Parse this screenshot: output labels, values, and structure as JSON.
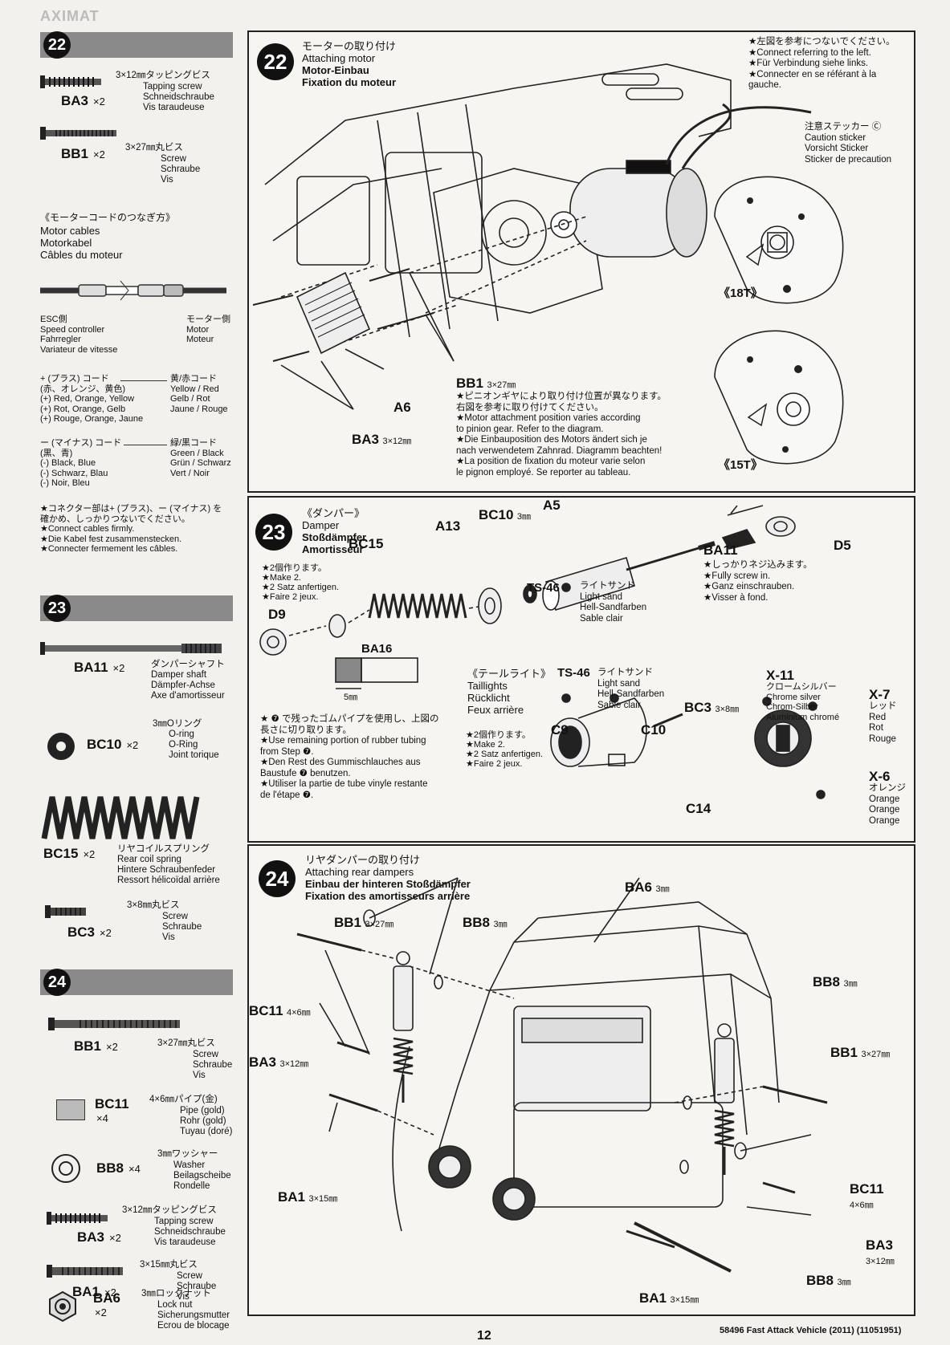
{
  "header_corner": "AXIMAT",
  "footer": {
    "page_number": "12",
    "model": "58496 Fast Attack Vehicle (2011) (11051951)"
  },
  "sidebar": {
    "step22": {
      "number": "22",
      "screw_ba3": {
        "code": "BA3",
        "qty": "×2",
        "size": "3×12㎜タッピングビス",
        "lines": [
          "Tapping screw",
          "Schneidschraube",
          "Vis taraudeuse"
        ]
      },
      "screw_bb1": {
        "code": "BB1",
        "qty": "×2",
        "size": "3×27㎜丸ビス",
        "lines": [
          "Screw",
          "Schraube",
          "Vis"
        ]
      },
      "motor_cables": {
        "title_jp": "《モーターコードのつなぎ方》",
        "lines": [
          "Motor cables",
          "Motorkabel",
          "Câbles du moteur"
        ],
        "esc": [
          "ESC側",
          "Speed controller",
          "Fahrregler",
          "Variateur de vitesse"
        ],
        "motor_side": [
          "モーター側",
          "Motor",
          "Moteur"
        ],
        "plus_jp": "+ (プラス) コード",
        "plus_jp2": "(赤、オレンジ、黄色)",
        "plus_lines": [
          "(+) Red, Orange, Yellow",
          "(+) Rot, Orange, Gelb",
          "(+) Rouge, Orange, Jaune"
        ],
        "plus_right": [
          "黄/赤コード",
          "Yellow / Red",
          "Gelb / Rot",
          "Jaune / Rouge"
        ],
        "minus_jp": "ー (マイナス) コード",
        "minus_jp2": "(黒、青)",
        "minus_lines": [
          "(-) Black, Blue",
          "(-) Schwarz, Blau",
          "(-) Noir, Bleu"
        ],
        "minus_right": [
          "緑/黒コード",
          "Green / Black",
          "Grün / Schwarz",
          "Vert / Noir"
        ],
        "connect_note": [
          "★コネクター部は+ (プラス)、ー (マイナス) を",
          "確かめ、しっかりつないでください。",
          "★Connect cables firmly.",
          "★Die Kabel fest zusammenstecken.",
          "★Connecter fermement les câbles."
        ]
      }
    },
    "step23": {
      "number": "23",
      "ba11": {
        "code": "BA11",
        "qty": "×2",
        "lines": [
          "ダンパーシャフト",
          "Damper shaft",
          "Dämpfer-Achse",
          "Axe d'amortisseur"
        ]
      },
      "bc10": {
        "code": "BC10",
        "qty": "×2",
        "lines": [
          "3㎜Oリング",
          "O-ring",
          "O-Ring",
          "Joint torique"
        ]
      },
      "bc15": {
        "code": "BC15",
        "qty": "×2",
        "lines": [
          "リヤコイルスプリング",
          "Rear coil spring",
          "Hintere Schraubenfeder",
          "Ressort hélicoïdal arrière"
        ]
      },
      "bc3": {
        "code": "BC3",
        "qty": "×2",
        "size": "3×8㎜丸ビス",
        "lines": [
          "Screw",
          "Schraube",
          "Vis"
        ]
      }
    },
    "step24": {
      "number": "24",
      "bb1": {
        "code": "BB1",
        "qty": "×2",
        "size": "3×27㎜丸ビス",
        "lines": [
          "Screw",
          "Schraube",
          "Vis"
        ]
      },
      "bc11": {
        "code": "BC11",
        "qty": "×4",
        "size": "4×6㎜パイプ(金)",
        "lines": [
          "Pipe (gold)",
          "Rohr (gold)",
          "Tuyau (doré)"
        ]
      },
      "bb8": {
        "code": "BB8",
        "qty": "×4",
        "size": "3㎜ワッシャー",
        "lines": [
          "Washer",
          "Beilagscheibe",
          "Rondelle"
        ]
      },
      "ba3": {
        "code": "BA3",
        "qty": "×2",
        "size": "3×12㎜タッピングビス",
        "lines": [
          "Tapping screw",
          "Schneidschraube",
          "Vis taraudeuse"
        ]
      },
      "ba1": {
        "code": "BA1",
        "qty": "×2",
        "size": "3×15㎜丸ビス",
        "lines": [
          "Screw",
          "Schraube",
          "Vis"
        ]
      },
      "ba6": {
        "code": "BA6",
        "qty": "×2",
        "size": "3㎜ロックナット",
        "lines": [
          "Lock nut",
          "Sicherungsmutter",
          "Ecrou de blocage"
        ]
      }
    }
  },
  "panel22": {
    "number": "22",
    "title": [
      "モーターの取り付け",
      "Attaching motor",
      "Motor-Einbau",
      "Fixation du moteur"
    ],
    "refer_note": [
      "★左図を参考につないでください。",
      "★Connect referring to the left.",
      "★Für Verbindung siehe links.",
      "★Connecter en se référant à la",
      "gauche."
    ],
    "caution": [
      "注意ステッカー Ⓒ",
      "Caution sticker",
      "Vorsicht Sticker",
      "Sticker de precaution"
    ],
    "label_18t": "《18T》",
    "label_15t": "《15T》",
    "a6": "A6",
    "ba3": "BA3",
    "ba3_size": "3×12㎜",
    "bb1": "BB1",
    "bb1_size": "3×27㎜",
    "pinion_note": [
      "★ピニオンギヤにより取り付け位置が異なります。",
      "右図を参考に取り付けてください。",
      "★Motor attachment position varies according",
      "to pinion gear. Refer to the diagram.",
      "★Die Einbauposition des Motors ändert sich je",
      "nach verwendetem Zahnrad. Diagramm beachten!",
      "★La position de fixation du moteur varie selon",
      "le pignon employé. Se reporter au tableau."
    ]
  },
  "panel23": {
    "number": "23",
    "title": [
      "《ダンパー》",
      "Damper",
      "Stoßdämpfer",
      "Amortisseur"
    ],
    "make2": [
      "★2個作ります。",
      "★Make 2.",
      "★2 Satz anfertigen.",
      "★Faire 2 jeux."
    ],
    "bc15": "BC15",
    "a13": "A13",
    "bc10": "BC10",
    "bc10_size": "3㎜",
    "a5": "A5",
    "ba11": "BA11",
    "d5": "D5",
    "d9": "D9",
    "ba16": "BA16",
    "ba16_dim": "5㎜",
    "ts46": "TS-46",
    "ts46_lines": [
      "ライトサンド",
      "Light sand",
      "Hell-Sandfarben",
      "Sable clair"
    ],
    "screw_note": [
      "★しっかりネジ込みます。",
      "★Fully screw in.",
      "★Ganz einschrauben.",
      "★Visser à fond."
    ],
    "tube_note": [
      "★ ❼ で残ったゴムパイプを使用し、上図の",
      "長さに切り取ります。",
      "★Use remaining portion of rubber tubing",
      "from Step ❼.",
      "★Den Rest des Gummischlauches aus",
      "Baustufe ❼ benutzen.",
      "★Utiliser la partie de tube vinyle restante",
      "de l'étape ❼."
    ],
    "taillight_title": [
      "《テールライト》",
      "Taillights",
      "Rücklicht",
      "Feux arrière"
    ],
    "ts46_b": "TS-46",
    "ts46_b_lines": [
      "ライトサンド",
      "Light sand",
      "Hell-Sandfarben",
      "Sable clair"
    ],
    "make2_b": [
      "★2個作ります。",
      "★Make 2.",
      "★2 Satz anfertigen.",
      "★Faire 2 jeux."
    ],
    "c9": "C9",
    "c10": "C10",
    "c14": "C14",
    "bc3": "BC3",
    "bc3_size": "3×8㎜",
    "x11": "X-11",
    "x11_lines": [
      "クロームシルバー",
      "Chrome silver",
      "Chrom-Silber",
      "Aluminium chromé"
    ],
    "x7": "X-7",
    "x7_lines": [
      "レッド",
      "Red",
      "Rot",
      "Rouge"
    ],
    "x6": "X-6",
    "x6_lines": [
      "オレンジ",
      "Orange",
      "Orange",
      "Orange"
    ]
  },
  "panel24": {
    "number": "24",
    "title": [
      "リヤダンパーの取り付け",
      "Attaching rear dampers",
      "Einbau der hinteren Stoßdämpfer",
      "Fixation des amortisseurs arrière"
    ],
    "bb1_left": "BB1",
    "bb1_left_size": "3×27㎜",
    "bb8_top": "BB8",
    "bb8_top_size": "3㎜",
    "ba6": "BA6",
    "ba6_size": "3㎜",
    "bb8_right": "BB8",
    "bb8_right_size": "3㎜",
    "bc11_left": "BC11",
    "bc11_left_size": "4×6㎜",
    "ba3_left": "BA3",
    "ba3_left_size": "3×12㎜",
    "bb1_right": "BB1",
    "bb1_right_size": "3×27㎜",
    "ba1_left": "BA1",
    "ba1_left_size": "3×15㎜",
    "bc11_right": "BC11",
    "bc11_right_size": "4×6㎜",
    "ba3_right": "BA3",
    "ba3_right_size": "3×12㎜",
    "bb8_bottom": "BB8",
    "bb8_bottom_size": "3㎜",
    "ba1_bottom": "BA1",
    "ba1_bottom_size": "3×15㎜"
  }
}
